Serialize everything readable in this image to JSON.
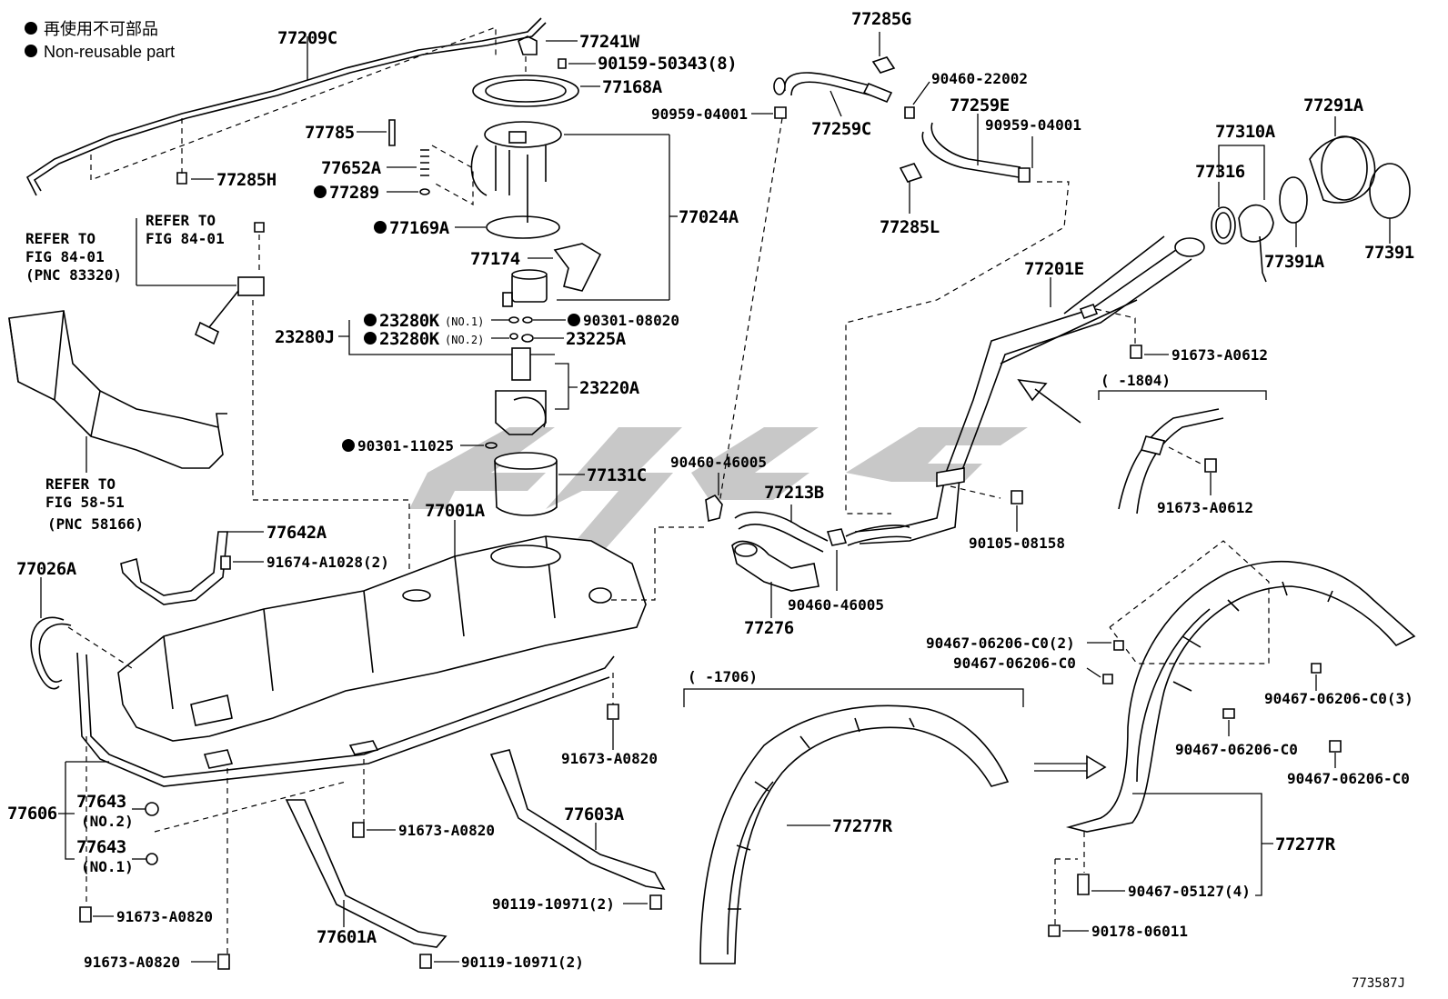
{
  "legend": {
    "line1": "再使用不可部品",
    "line2": "Non-reusable part"
  },
  "refs": {
    "r1_line1": "REFER TO",
    "r1_line2": "FIG 84-01",
    "r1_line3": "(PNC 83320)",
    "r2_line1": "REFER TO",
    "r2_line2": "FIG 84-01",
    "r3_line1": "REFER TO",
    "r3_line2": "FIG 58-51",
    "r3_line3": "(PNC 58166)"
  },
  "parts": {
    "p77209C": "77209C",
    "p77241W": "77241W",
    "p90159_50343": "90159-50343(8)",
    "p77168A": "77168A",
    "p77785": "77785",
    "p77285H": "77285H",
    "p77652A": "77652A",
    "p77289": "77289",
    "p77169A": "77169A",
    "p77024A": "77024A",
    "p77174": "77174",
    "p23280J": "23280J",
    "p23280K_1": "23280K",
    "p23280K_1_note": "(NO.1)",
    "p23280K_2": "23280K",
    "p23280K_2_note": "(NO.2)",
    "p90301_08020": "90301-08020",
    "p23225A": "23225A",
    "p23220A": "23220A",
    "p90301_11025": "90301-11025",
    "p77131C": "77131C",
    "p77001A": "77001A",
    "p77642A": "77642A",
    "p91674_A1028": "91674-A1028(2)",
    "p77026A": "77026A",
    "p77606": "77606",
    "p77643_2": "77643",
    "p77643_2_note": "(NO.2)",
    "p77643_1": "77643",
    "p77643_1_note": "(NO.1)",
    "p91673_A0820_a": "91673-A0820",
    "p91673_A0820_b": "91673-A0820",
    "p91673_A0820_c": "91673-A0820",
    "p91673_A0820_d": "91673-A0820",
    "p77601A": "77601A",
    "p90119_10971_a": "90119-10971(2)",
    "p90119_10971_b": "90119-10971(2)",
    "p77603A": "77603A",
    "p77285G": "77285G",
    "p90460_22002": "90460-22002",
    "p90959_04001_a": "90959-04001",
    "p77259C": "77259C",
    "p77259E": "77259E",
    "p90959_04001_b": "90959-04001",
    "p77285L": "77285L",
    "p77310A": "77310A",
    "p77291A": "77291A",
    "p77316": "77316",
    "p77391A": "77391A",
    "p77391": "77391",
    "p77201E": "77201E",
    "p91673_A0612_a": "91673-A0612",
    "range1804": "(    -1804)",
    "p91673_A0612_b": "91673-A0612",
    "p90460_46005_a": "90460-46005",
    "p77213B": "77213B",
    "p90105_08158": "90105-08158",
    "p77276": "77276",
    "p90460_46005_b": "90460-46005",
    "p90467_C0_2": "90467-06206-C0(2)",
    "p90467_C0_a": "90467-06206-C0",
    "p90467_C0_3": "90467-06206-C0(3)",
    "p90467_C0_b": "90467-06206-C0",
    "p90467_C0_c": "90467-06206-C0",
    "range1706": "(    -1706)",
    "p77277R_a": "77277R",
    "p77277R_b": "77277R",
    "p90467_05127": "90467-05127(4)",
    "p90178_06011": "90178-06011"
  },
  "figure_id": "773587J"
}
